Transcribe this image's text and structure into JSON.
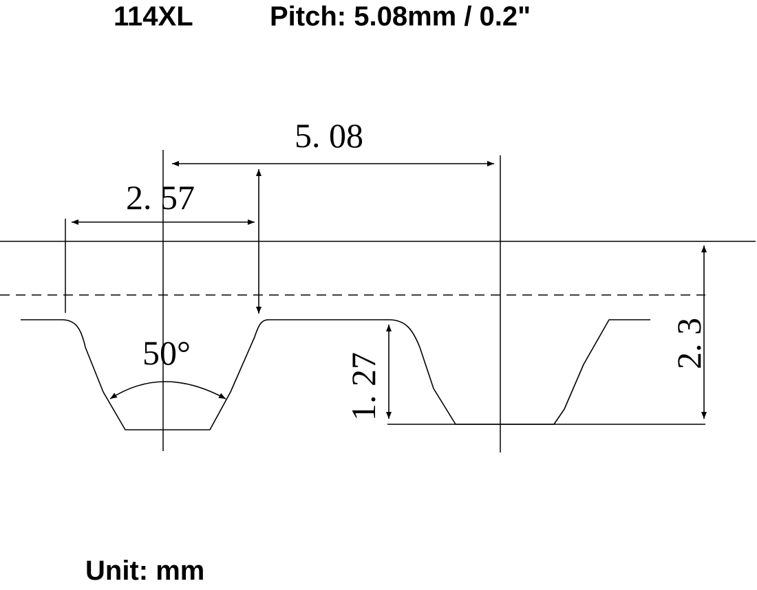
{
  "header": {
    "belt_code": "114XL",
    "pitch_text": "Pitch: 5.08mm / 0.2\""
  },
  "dimensions": {
    "pitch": "5. 08",
    "tooth_width": "2. 57",
    "tooth_angle": "50°",
    "tooth_height": "1. 27",
    "belt_thickness": "2. 3"
  },
  "footer": {
    "unit_label": "Unit: mm"
  }
}
